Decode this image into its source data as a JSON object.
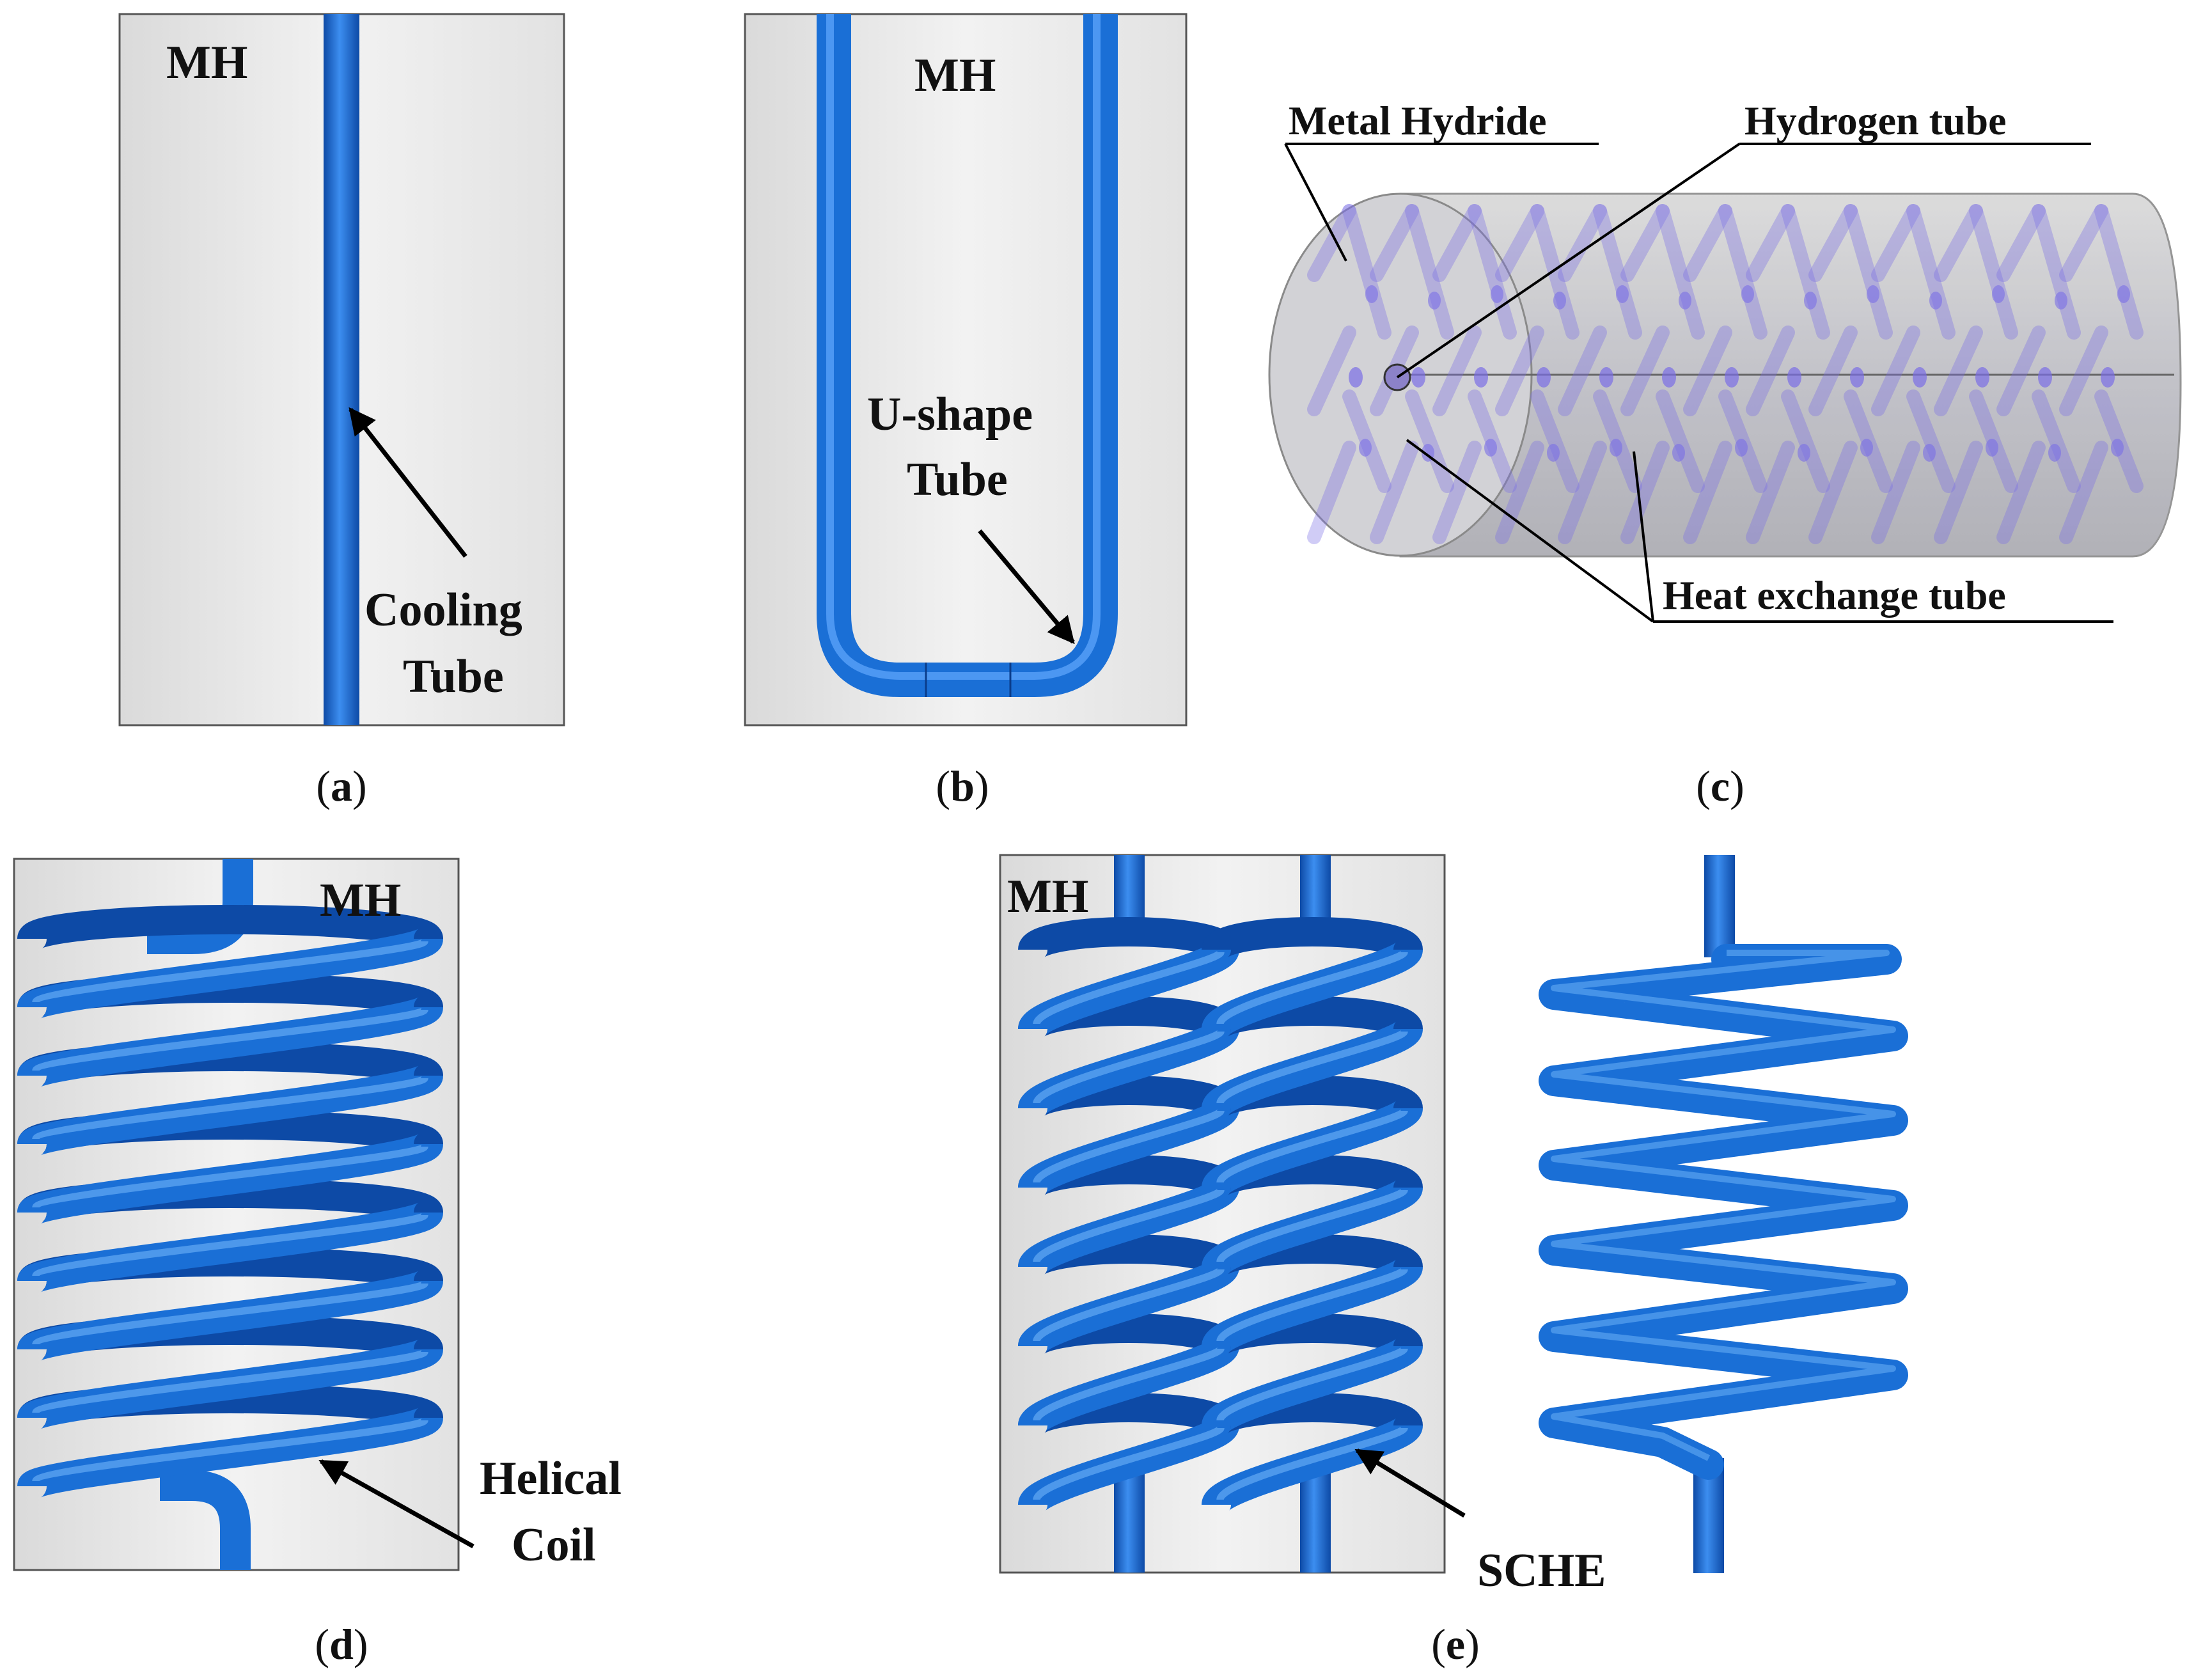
{
  "colors": {
    "tube": "#1a6fd6",
    "tube_dark": "#0d4aa6",
    "tube_light": "#5aa2f0",
    "box_fill": "#ececec",
    "box_stroke": "#555555",
    "hydride_fill": "#c9c9c9",
    "hydride_tube": "#7a6ee6",
    "arrow": "#000000"
  },
  "icons": [
    "arrow-icon",
    "leader-line"
  ],
  "panels": {
    "a": {
      "mh_label": "MH",
      "callout": [
        "Cooling",
        "Tube"
      ],
      "caption_letter": "a"
    },
    "b": {
      "mh_label": "MH",
      "callout": [
        "U-shape",
        "Tube"
      ],
      "caption_letter": "b"
    },
    "c": {
      "labels": {
        "metal_hydride": "Metal Hydride",
        "hydrogen_tube": "Hydrogen tube",
        "heat_exchange_tube": "Heat exchange tube"
      },
      "caption_letter": "c"
    },
    "d": {
      "mh_label": "MH",
      "callout": [
        "Helical",
        "Coil"
      ],
      "caption_letter": "d"
    },
    "e": {
      "mh_label": "MH",
      "callout": [
        "SCHE"
      ],
      "caption_letter": "e"
    }
  }
}
